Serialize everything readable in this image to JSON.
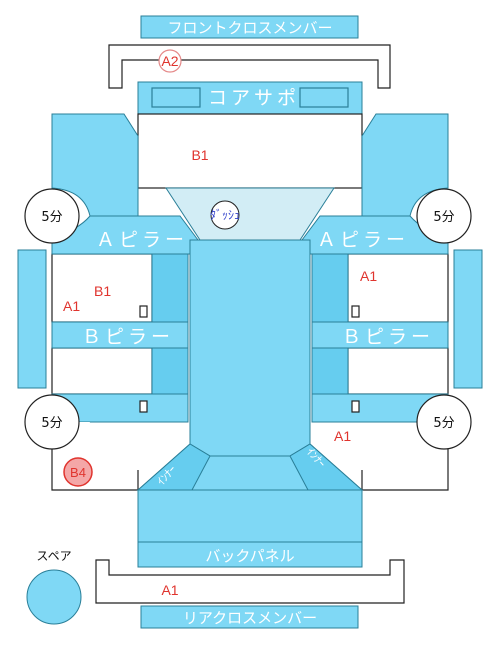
{
  "panels": {
    "front_cross_member": "フロントクロスメンバー",
    "core_support": "コアサポ",
    "a_pillar": "Ａピラー",
    "b_pillar": "Ｂピラー",
    "back_panel": "バックパネル",
    "rear_cross_member": "リアクロスメンバー",
    "inner_left": "ｲﾝﾅｰ",
    "inner_right": "ｲﾝﾅｰ",
    "dash_panel": "ﾀﾞｯｼｭ"
  },
  "marks": {
    "a2": "A2",
    "b1_top": "B1",
    "a1_left": "A1",
    "b1_left": "B1",
    "a1_right": "A1",
    "a1_right_lower": "A1",
    "b4": "B4",
    "a1_bottom": "A1"
  },
  "tires": {
    "front_left": "5分",
    "front_right": "5分",
    "rear_left": "5分",
    "rear_right": "5分"
  },
  "spare": {
    "label": "スペア"
  },
  "colors": {
    "panel": "#7fd8f5",
    "outline": "#2a7f98",
    "mark_red": "#e0342e"
  }
}
